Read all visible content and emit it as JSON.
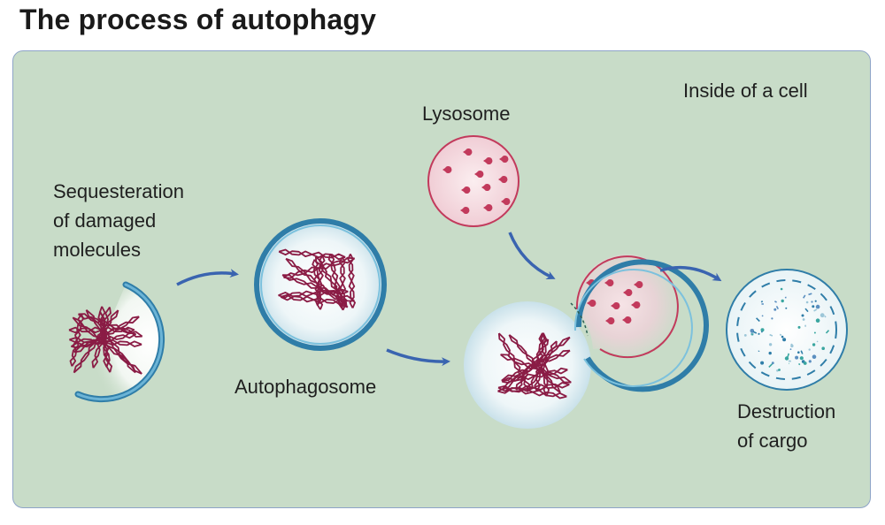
{
  "title": "The process of autophagy",
  "labels": {
    "cell": "Inside of a cell",
    "lysosome": "Lysosome",
    "sequestration": [
      "Sequesteration",
      "of damaged",
      "molecules"
    ],
    "autophagosome": "Autophagosome",
    "destruction": [
      "Destruction",
      "of cargo"
    ]
  },
  "colors": {
    "background": "#c8dcc8",
    "membrane": "#4a9bbf",
    "lysosome_fill": "#f4d6dc",
    "lysosome_border": "#c23a5c",
    "cargo": "#8a1c45",
    "arrow": "#3a64b0"
  }
}
